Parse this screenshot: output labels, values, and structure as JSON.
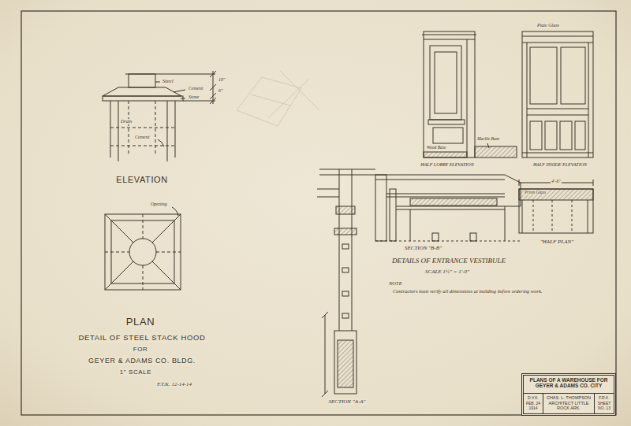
{
  "diagram": {
    "nodes": [
      {
        "text": [
          "PLANS OF A WAREHOUSE FOR GEYER & ADAMS CO. CITY"
        ]
      },
      {
        "text": [
          "D.V.K.",
          "FEB. 24 1914"
        ],
        "in": 0
      },
      {
        "text": [
          "CHAS. L. THOMPSON ARCHITECT LITTLE ROCK ARK."
        ],
        "in": 0
      },
      {
        "text": [
          "F.R.K.",
          "SHEET NO. 13"
        ],
        "in": 0
      }
    ],
    "labels": [
      "Steel",
      "Cement",
      "Stone",
      "Drain",
      "Cement",
      "10\"",
      "6\"",
      "ELEVATION",
      "Opening",
      "PLAN",
      "DETAIL OF STEEL STACK HOOD",
      "FOR",
      "GEYER & ADAMS CO. BLDG.",
      "1\" SCALE",
      "F.T.K. 12-14-14",
      "Plate Glass",
      "Wood Base",
      "Marble Base",
      "HALF LOBBY ELEVATION",
      "HALF INSIDE ELEVATION",
      "4'-6\"",
      "Prism Glass",
      "SECTION \"B-B\"",
      "\"HALF PLAN\"",
      "DETAILS OF ENTRANCE VESTIBULE",
      "SCALE 1½\" = 1'-0\"",
      "NOTE",
      "Contractors must verify all dimensions at building before ordering work.",
      "SECTION \"A-A\""
    ]
  }
}
